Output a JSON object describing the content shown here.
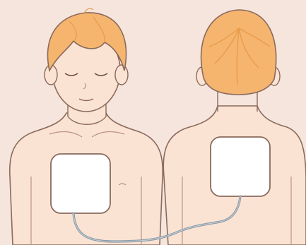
{
  "colors": {
    "background": "#f6e5dc",
    "skin": "#fbe3d4",
    "skin_outline": "#8a6a5c",
    "hair": "#f5b56f",
    "hair_dark": "#e89a48",
    "pad": "#ffffff",
    "cable": "#8c9ba6"
  },
  "figures": {
    "front": {
      "name": "front-view-child",
      "electrode": "chest-pad"
    },
    "back": {
      "name": "back-view-child",
      "electrode": "back-pad"
    }
  }
}
